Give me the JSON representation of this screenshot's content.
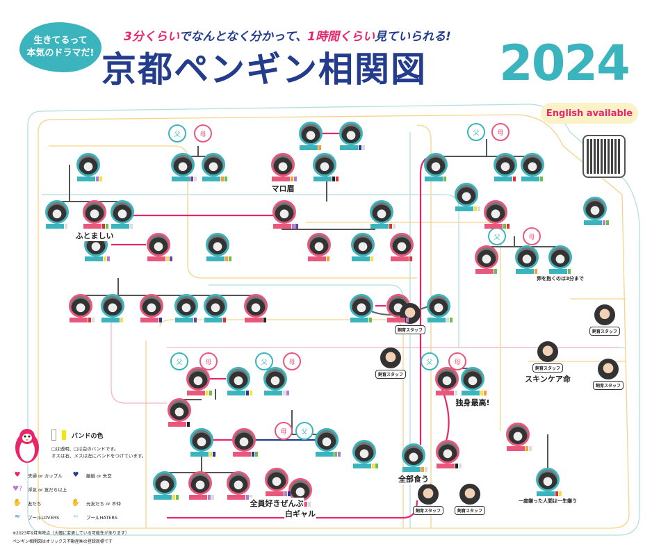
{
  "header": {
    "bubble_line1": "生きてるって",
    "bubble_line2": "本気のドラマだ!",
    "tagline_a": "3分くらい",
    "tagline_b": "でなんとなく分かって、",
    "tagline_c": "1時間くらい",
    "tagline_d": "見ていられる!",
    "title": "京都ペンギン相関図",
    "year": "2024"
  },
  "english_label": "English available",
  "colors": {
    "navy": "#233c8c",
    "teal": "#3bb4bd",
    "pink": "#e8256b",
    "male": "#3bb4bd",
    "female": "#e8577c",
    "cream": "#fbf2c8"
  },
  "parents": {
    "father": "父",
    "mother": "母"
  },
  "penguins": [
    {
      "g": "m",
      "bands": [
        "#b57ad6",
        "#f5e04a"
      ],
      "caption": ""
    },
    {
      "g": "m",
      "bands": [
        "#ddd"
      ],
      "caption": ""
    },
    {
      "g": "f",
      "bands": [
        "#e03030",
        "#6cbf4b"
      ],
      "caption": "ふとましい"
    },
    {
      "g": "m",
      "bands": [
        "#ddd"
      ],
      "caption": ""
    },
    {
      "g": "m",
      "bands": [
        "#f5e04a",
        "#b57ad6"
      ],
      "caption": ""
    },
    {
      "g": "f",
      "bands": [
        "#f5e04a",
        "#7040a0"
      ],
      "caption": ""
    },
    {
      "g": "m",
      "bands": [
        "#7040a0",
        "#ddd"
      ],
      "caption": ""
    },
    {
      "g": "m",
      "bands": [
        "#f5a030",
        "#6cbf4b"
      ],
      "caption": ""
    },
    {
      "g": "m",
      "bands": [
        "#f5a030",
        "#6cbf4b"
      ],
      "caption": ""
    },
    {
      "g": "f",
      "bands": [
        "#b57ad6",
        "#7040a0"
      ],
      "caption": ""
    },
    {
      "g": "m",
      "bands": [
        "#f5a030"
      ],
      "caption": ""
    },
    {
      "g": "m",
      "bands": [
        "#233c8c",
        "#ddd"
      ],
      "caption": ""
    },
    {
      "g": "f",
      "bands": [
        "#f5a030",
        "#b57ad6"
      ],
      "caption": "マロ眉"
    },
    {
      "g": "m",
      "bands": [
        "#222",
        "#e03030"
      ],
      "caption": ""
    },
    {
      "g": "m",
      "bands": [
        "#e03030",
        "#ddd"
      ],
      "caption": ""
    },
    {
      "g": "f",
      "bands": [
        "#f5a030"
      ],
      "caption": ""
    },
    {
      "g": "m",
      "bands": [
        "#f5e04a"
      ],
      "caption": ""
    },
    {
      "g": "f",
      "bands": [
        "#e03030"
      ],
      "caption": ""
    },
    {
      "g": "m",
      "bands": [
        "#6cbf4b"
      ],
      "caption": ""
    },
    {
      "g": "m",
      "bands": [
        "#f5e04a",
        "#ddd"
      ],
      "caption": ""
    },
    {
      "g": "m",
      "bands": [
        "#e03030"
      ],
      "caption": ""
    },
    {
      "g": "m",
      "bands": [
        "#6cbf4b"
      ],
      "caption": ""
    },
    {
      "g": "f",
      "bands": [
        "#6cbf4b",
        "#e03030"
      ],
      "caption": ""
    },
    {
      "g": "f",
      "bands": [
        "#6cbf4b"
      ],
      "caption": ""
    },
    {
      "g": "m",
      "bands": [
        "#f5a030"
      ],
      "caption": ""
    },
    {
      "g": "m",
      "bands": [
        "#6cbf4b"
      ],
      "caption": "卵を抱くのは3分まで"
    },
    {
      "g": "m",
      "bands": [
        "#b57ad6",
        "#6cbf4b"
      ],
      "caption": ""
    },
    {
      "g": "f",
      "bands": [
        "#e03030",
        "#ddd"
      ],
      "caption": ""
    },
    {
      "g": "m",
      "bands": [
        "#f5e04a"
      ],
      "caption": ""
    },
    {
      "g": "f",
      "bands": [
        "#233c8c"
      ],
      "caption": ""
    },
    {
      "g": "m",
      "bands": [
        "#7040a0"
      ],
      "caption": ""
    },
    {
      "g": "m",
      "bands": [
        "#e03030"
      ],
      "caption": ""
    },
    {
      "g": "f",
      "bands": [
        "#222"
      ],
      "caption": ""
    },
    {
      "g": "m",
      "bands": [
        "#6cbf4b"
      ],
      "caption": ""
    },
    {
      "g": "f",
      "bands": [
        "#b57ad6"
      ],
      "caption": ""
    },
    {
      "g": "m",
      "bands": [
        "#ddd",
        "#6cbf4b"
      ],
      "caption": ""
    },
    {
      "g": "f",
      "bands": [
        "#ddd"
      ],
      "caption": ""
    },
    {
      "g": "m",
      "bands": [
        "#f5e04a",
        "#f5a030"
      ],
      "caption": "独身最高!"
    },
    {
      "g": "f",
      "bands": [
        "#f5e04a",
        "#6cbf4b"
      ],
      "caption": ""
    },
    {
      "g": "m",
      "bands": [
        "#233c8c",
        "#f5e04a"
      ],
      "caption": ""
    },
    {
      "g": "m",
      "bands": [
        "#ddd",
        "#b57ad6"
      ],
      "caption": ""
    },
    {
      "g": "f",
      "bands": [
        "#222"
      ],
      "caption": ""
    },
    {
      "g": "m",
      "bands": [
        "#f5e04a",
        "#233c8c"
      ],
      "caption": ""
    },
    {
      "g": "f",
      "bands": [
        "#233c8c",
        "#6cbf4b"
      ],
      "caption": ""
    },
    {
      "g": "m",
      "bands": [
        "#6cbf4b",
        "#b57ad6"
      ],
      "caption": ""
    },
    {
      "g": "m",
      "bands": [
        "#f5e04a",
        "#6cbf4b"
      ],
      "caption": ""
    },
    {
      "g": "f",
      "bands": [
        "#b57ad6",
        "#ddd"
      ],
      "caption": ""
    },
    {
      "g": "f",
      "bands": [
        "#b57ad6",
        "#ddd"
      ],
      "caption": ""
    },
    {
      "g": "f",
      "bands": [
        "#b57ad6",
        "#233c8c"
      ],
      "caption": "全員好きぜんぶ"
    },
    {
      "g": "f",
      "bands": [
        "#ddd"
      ],
      "caption": "白ギャル"
    },
    {
      "g": "m",
      "bands": [
        "#f5e04a",
        "#6cbf4b"
      ],
      "caption": ""
    },
    {
      "g": "m",
      "bands": [
        "#f5a030",
        "#ddd"
      ],
      "caption": "全部食う"
    },
    {
      "g": "f",
      "bands": [
        "#222",
        "#ddd"
      ],
      "caption": ""
    },
    {
      "g": "f",
      "bands": [
        "#f5a030",
        "#ddd"
      ],
      "caption": ""
    },
    {
      "g": "m",
      "bands": [
        "#e03030",
        "#f5e04a"
      ],
      "caption": "一度嫌った人間は一生嫌う"
    }
  ],
  "staff": [
    {
      "label": "飼育スタッフ",
      "caption": "スキンケア命"
    },
    {
      "label": "飼育スタッフ",
      "caption": ""
    },
    {
      "label": "飼育スタッフ",
      "caption": ""
    },
    {
      "label": "飼育スタッフ",
      "caption": ""
    },
    {
      "label": "飼育スタッフ",
      "caption": ""
    },
    {
      "label": "飼育スタッフ",
      "caption": ""
    },
    {
      "label": "飼育スタッフ",
      "caption": ""
    }
  ],
  "legend": {
    "band_color": "バンドの色",
    "band_note_1": "□は透明、□は白のバンドです。",
    "band_note_2": "オスは右、メスは左にバンドをつけています。",
    "couple": "夫婦 or カップル",
    "breakup": "離婚 or 失恋",
    "affair": "浮気 or 友だち以上",
    "friends": "友だち",
    "ex_friends": "元友だち or 不仲",
    "pool_lovers": "プールLOVERS",
    "pool_haters": "プールHATERS",
    "footnote_1": "※2023年9月末時点（大幅に変更している可能性があります）",
    "footnote_2": "ペンギン相関図はオリックス不動産㈱の登録商標です"
  }
}
